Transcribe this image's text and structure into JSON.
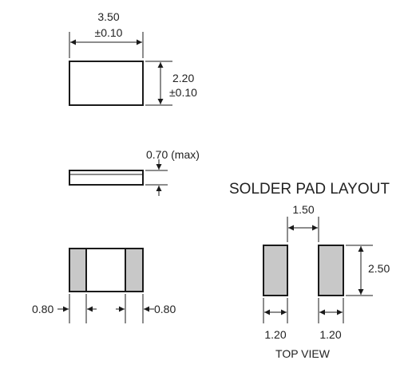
{
  "dimensions": {
    "length": "3.50",
    "length_tol": "±0.10",
    "width": "2.20",
    "width_tol": "±0.10",
    "height": "0.70 (max)",
    "terminal_left": "0.80",
    "terminal_right": "0.80"
  },
  "solder_pad": {
    "title": "SOLDER PAD LAYOUT",
    "gap": "1.50",
    "pad_height": "2.50",
    "pad_width_left": "1.20",
    "pad_width_right": "1.20",
    "view_label": "TOP VIEW"
  },
  "colors": {
    "line": "#1a1a1a",
    "pad_fill": "#c8c8c8",
    "background": "#ffffff"
  }
}
